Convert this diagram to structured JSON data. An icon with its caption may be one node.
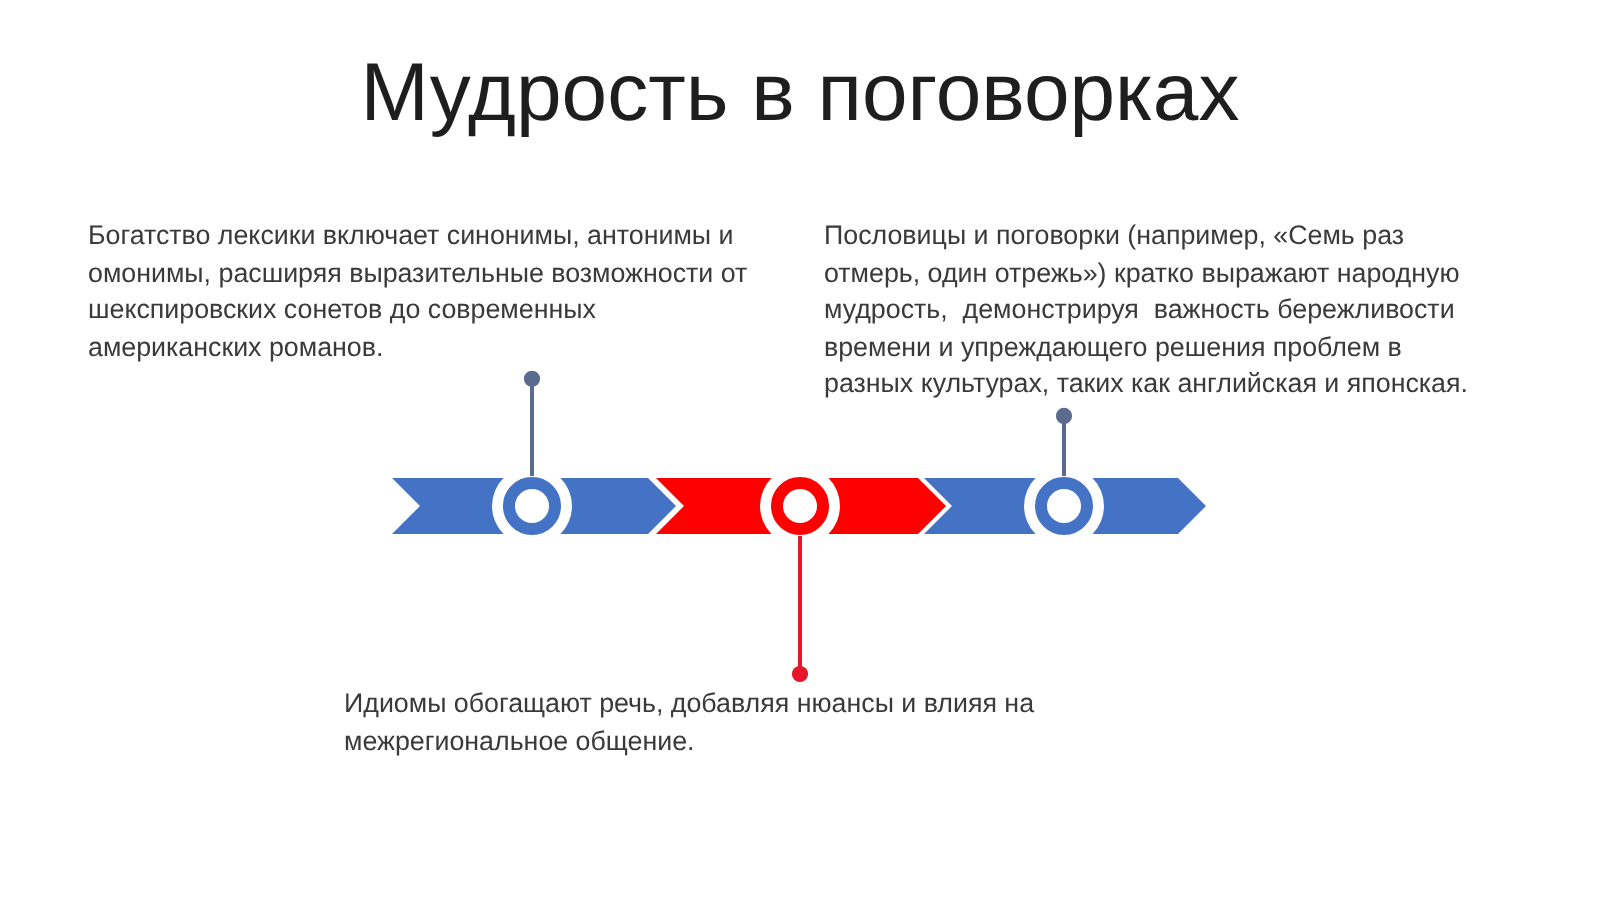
{
  "diagram": {
    "title": "Мудрость в поговорках",
    "nodes": [
      {
        "text": [
          "Богатство лексики включает синонимы, антонимы и омонимы, расширяя выразительные возможности от шекспировских сонетов до современных американских романов."
        ]
      },
      {
        "text": [
          "Пословицы и поговорки (например, «Семь раз отмерь, один отрежь») кратко выражают народную мудрость,  демонстрируя  важность бережливости времени и упреждающего решения проблем в разных культурах, таких как английская и японская."
        ]
      },
      {
        "text": [],
        "shape": "circle"
      },
      {
        "text": [],
        "shape": "circle"
      },
      {
        "text": [],
        "shape": "circle"
      },
      {
        "text": [
          "Идиомы обогащают речь, добавляя нюансы и влияя на межрегиональное общение."
        ]
      }
    ],
    "edges": [
      {
        "from": 0,
        "to": 2,
        "arrow": "other"
      },
      {
        "from": 5,
        "to": 3,
        "arrow": "other",
        "color": "#e5162b"
      },
      {
        "from": 1,
        "to": 4,
        "arrow": "other"
      }
    ]
  }
}
